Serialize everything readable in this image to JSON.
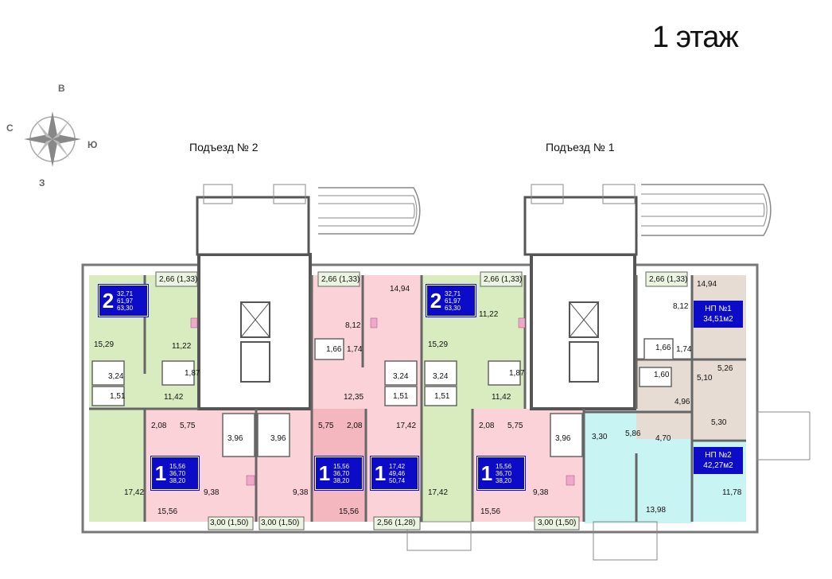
{
  "title": "1 этаж",
  "entrances": [
    "Подъезд № 2",
    "Подъезд № 1"
  ],
  "compass": {
    "north": "В",
    "west": "С",
    "east": "Ю",
    "south": "З"
  },
  "colors": {
    "green": "#d8ecc0",
    "pink": "#fad2d8",
    "pink_dark": "#f4b6bf",
    "cyan": "#c8f4f4",
    "beige": "#e6dcd3",
    "badge": "#0b0bc8",
    "wall": "#555555"
  },
  "apartments": [
    {
      "id": "apt-2-left",
      "rooms": "2",
      "areas": [
        "32,71",
        "61,97",
        "63,30"
      ]
    },
    {
      "id": "apt-2-right",
      "rooms": "2",
      "areas": [
        "32,71",
        "61,97",
        "63,30"
      ]
    },
    {
      "id": "apt-1-a",
      "rooms": "1",
      "areas": [
        "15,56",
        "36,70",
        "38,20"
      ]
    },
    {
      "id": "apt-1-b",
      "rooms": "1",
      "areas": [
        "15,56",
        "36,70",
        "38,20"
      ]
    },
    {
      "id": "apt-1-c",
      "rooms": "1",
      "areas": [
        "17,42",
        "49,46",
        "50,74"
      ]
    },
    {
      "id": "apt-1-d",
      "rooms": "1",
      "areas": [
        "15,56",
        "36,70",
        "38,20"
      ]
    }
  ],
  "commercial": [
    {
      "name": "НП №1",
      "area": "34,51м2"
    },
    {
      "name": "НП №2",
      "area": "42,27м2"
    }
  ],
  "rooms": [
    "2,66 (1,33)",
    "15,29",
    "11,22",
    "3,24",
    "1,87",
    "1,51",
    "11,42",
    "17,42",
    "2,08",
    "5,75",
    "15,56",
    "3,96",
    "9,38",
    "3,00 (1,50)",
    "3,96",
    "9,38",
    "3,00 (1,50)",
    "2,66 (1,33)",
    "8,12",
    "1,66",
    "1,74",
    "14,94",
    "12,35",
    "3,24",
    "1,51",
    "5,75",
    "2,08",
    "17,42",
    "15,56",
    "2,56 (1,28)",
    "15,29",
    "11,22",
    "3,24",
    "1,51",
    "1,87",
    "11,42",
    "17,42",
    "2,66 (1,33)",
    "2,08",
    "5,75",
    "3,96",
    "15,56",
    "9,38",
    "3,00 (1,50)",
    "2,66 (1,33)",
    "14,94",
    "8,12",
    "1,66",
    "1,74",
    "1,60",
    "5,10",
    "5,26",
    "4,96",
    "5,30",
    "3,30",
    "5,86",
    "4,70",
    "13,98",
    "11,78"
  ]
}
